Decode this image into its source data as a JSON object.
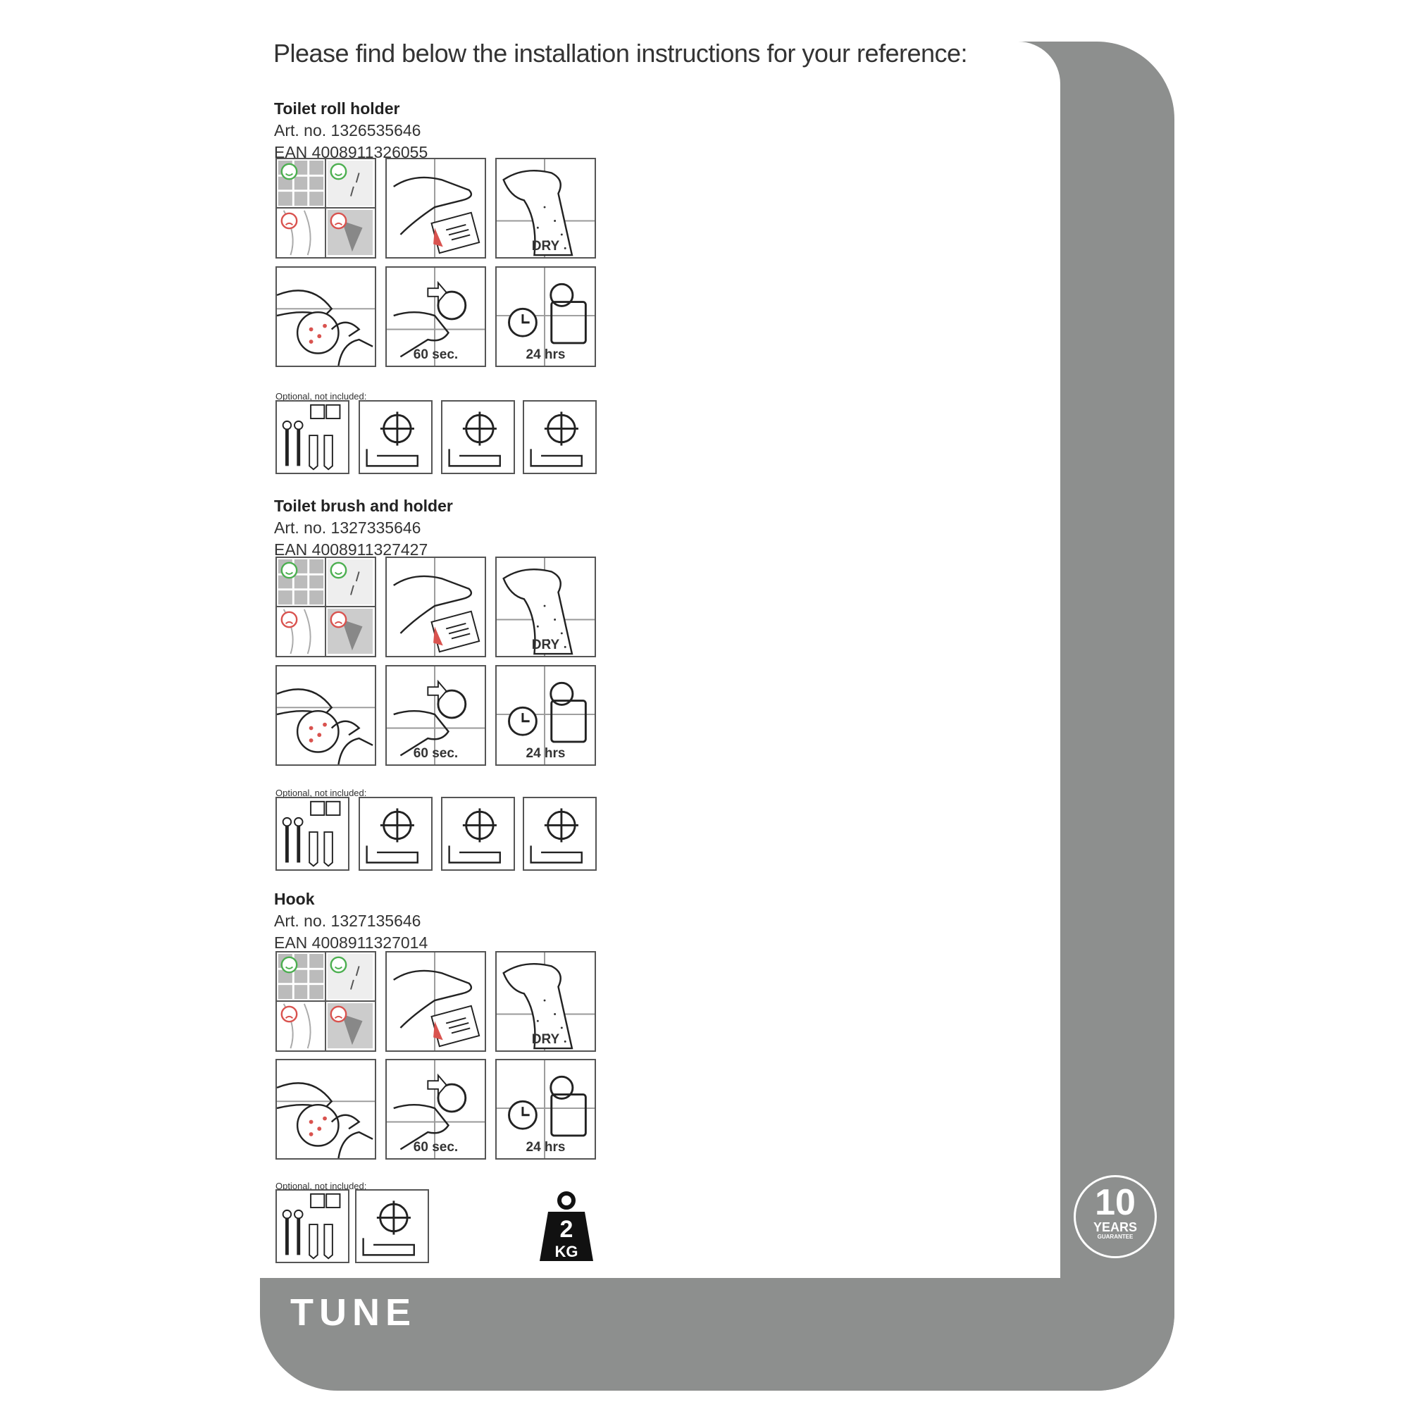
{
  "intro": "Please find below the installation instructions for your reference:",
  "optional_label": "Optional, not included:",
  "tile_labels": {
    "dry": "DRY",
    "press": "60 sec.",
    "wait": "24 hrs"
  },
  "sections": [
    {
      "name": "Toilet roll holder",
      "art": "Art. no. 1326535646",
      "ean": "EAN 4008911326055",
      "optional_count": 4
    },
    {
      "name": "Toilet brush and holder",
      "art": "Art. no. 1327335646",
      "ean": "EAN 4008911327427",
      "optional_count": 4
    },
    {
      "name": "Hook",
      "art": "Art. no. 1327135646",
      "ean": "EAN 4008911327014",
      "optional_count": 2
    }
  ],
  "weight": {
    "value": "2",
    "unit": "KG"
  },
  "brand": "TUNE",
  "guarantee": {
    "number": "10",
    "years": "YEARS",
    "label": "GUARANTEE"
  },
  "colors": {
    "band": "#8d8f8e",
    "good": "#4caf50",
    "bad": "#d9534f"
  }
}
